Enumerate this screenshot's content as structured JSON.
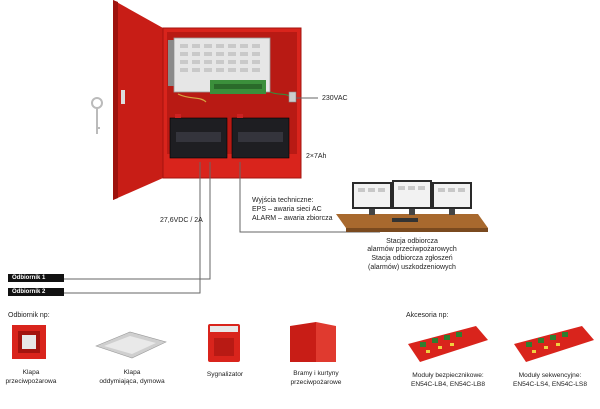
{
  "power_label": "230VAC",
  "battery_label": "2×7Ah",
  "output_voltage_label": "27,6VDC / 2A",
  "technical_outputs": {
    "title": "Wyjścia techniczne:",
    "eps": "EPS – awaria sieci AC",
    "alarm": "ALARM – awaria zbiorcza"
  },
  "station": {
    "line1": "Stacja odbiorcza",
    "line2": "alarmów przeciwpożarowych",
    "line3": "Stacja odbiorcza zgłoszeń",
    "line4": "(alarmów) uszkodzeniowych"
  },
  "receivers": [
    "Odbiornik 1",
    "Odbiornik 2"
  ],
  "receivers_example_title": "Odbiornik np:",
  "accessories_title": "Akcesoria np:",
  "products": [
    {
      "line1": "Klapa",
      "line2": "przeciwpożarowa"
    },
    {
      "line1": "Klapa",
      "line2": "oddymiająca, dymowa"
    },
    {
      "line1": "Sygnalizator",
      "line2": ""
    },
    {
      "line1": "Bramy i kurtyny",
      "line2": "przeciwpożarowe"
    }
  ],
  "accessories": [
    {
      "line1": "Moduły bezpiecznikowe:",
      "line2": "EN54C-LB4, EN54C-LB8"
    },
    {
      "line1": "Moduły sekwencyjne:",
      "line2": "EN54C-LS4, EN54C-LS8"
    }
  ],
  "colors": {
    "cabinet_red": "#d9241c",
    "dark_red": "#a3140f",
    "line": "#666666",
    "desk": "#a8692e"
  }
}
